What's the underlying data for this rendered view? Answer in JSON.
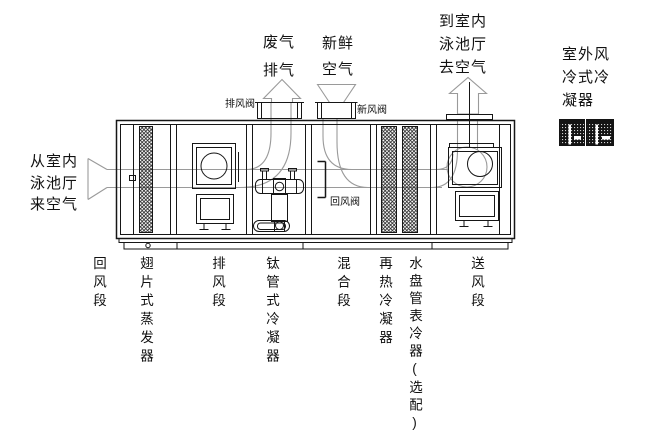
{
  "diagram": {
    "labels": {
      "inlet": "从室内\n泳池厅\n来空气",
      "exhaust_out": "废气\n排气",
      "fresh_air": "新鲜\n空气",
      "supply_out": "到室内\n泳池厅\n去空气",
      "outdoor_condenser": "室外风\n冷式冷\n凝器",
      "exhaust_damper": "排风阀",
      "fresh_damper": "新风阀",
      "return_damper": "回风阀"
    },
    "sections": [
      {
        "id": "return-section",
        "label": "回风段"
      },
      {
        "id": "fin-evaporator",
        "label": "翅片式蒸发器"
      },
      {
        "id": "exhaust-fan-section",
        "label": "排风段"
      },
      {
        "id": "titanium-condenser",
        "label": "钛管式冷凝器"
      },
      {
        "id": "mixing-section",
        "label": "混合段"
      },
      {
        "id": "reheat-condenser",
        "label": "再热冷凝器"
      },
      {
        "id": "water-coil-optional",
        "label": "水盘管表冷器(选配)"
      },
      {
        "id": "supply-fan-section",
        "label": "送风段"
      }
    ],
    "colors": {
      "line": "#161616",
      "flow": "#9a9a9a",
      "background": "#ffffff"
    }
  }
}
